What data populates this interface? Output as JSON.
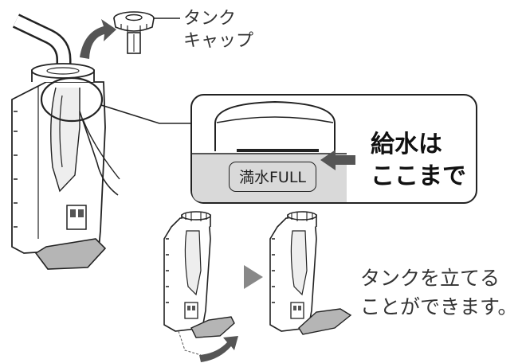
{
  "labels": {
    "tank_cap": [
      "タンク",
      "キャップ"
    ],
    "fill_stop": [
      "給水は",
      "ここまで"
    ],
    "full_mark": "満水FULL",
    "stand_note": [
      "タンクを立てる",
      "ことができます。"
    ]
  },
  "colors": {
    "outline": "#222222",
    "water_fill": "#d9d9d9",
    "tank_shade": "#8c8c8c",
    "arrow": "#555555",
    "background": "#ffffff"
  },
  "icons": [
    "curved-arrow-icon",
    "fill-arrow-icon",
    "next-step-arrow-icon",
    "rotate-arrow-icon"
  ]
}
